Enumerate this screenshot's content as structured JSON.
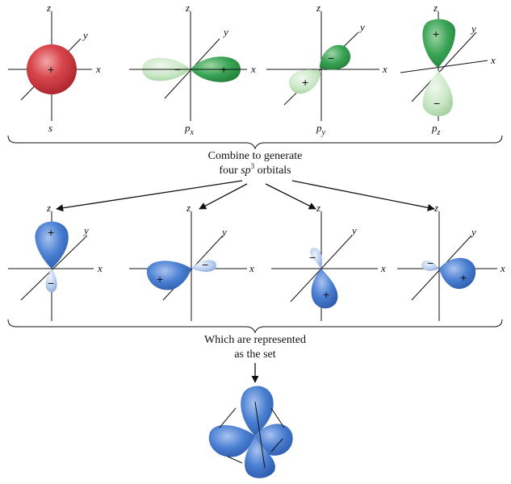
{
  "colors": {
    "s_red": "#c8363d",
    "p_green_dark": "#2f9a4a",
    "p_green_light": "#c8e6c4",
    "sp3_blue": "#3c6fc4",
    "sp3_blue_light": "#a9c1ea"
  },
  "axis_labels": {
    "x": "x",
    "y": "y",
    "z": "z"
  },
  "signs": {
    "plus": "+",
    "minus": "−"
  },
  "atomic_orbitals": [
    {
      "label": "s",
      "sub": ""
    },
    {
      "label": "p",
      "sub": "x"
    },
    {
      "label": "p",
      "sub": "y"
    },
    {
      "label": "p",
      "sub": "z"
    }
  ],
  "combine_text": {
    "line1": "Combine to generate",
    "line2_pre": "four ",
    "line2_sp": "sp",
    "line2_sup": "3",
    "line2_post": " orbitals"
  },
  "represented_text": {
    "line1": "Which are represented",
    "line2": "as the set"
  }
}
